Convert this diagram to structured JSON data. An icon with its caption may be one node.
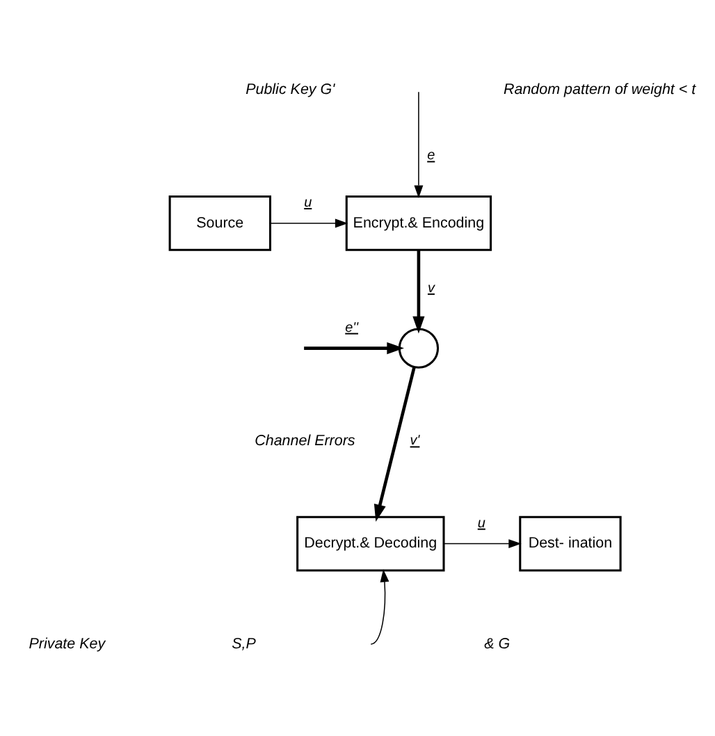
{
  "diagram": {
    "nodes": [
      {
        "text": [
          "Source"
        ]
      },
      {
        "text": [
          "Encrypt.& Encoding"
        ]
      },
      {
        "text": [],
        "shape": "circle"
      },
      {
        "text": [
          "Dest- ination"
        ]
      },
      {
        "text": [
          "Decrypt.& Decoding"
        ]
      }
    ],
    "edges": [
      {
        "from": 0,
        "to": 1,
        "arrow": "to",
        "label": "u"
      },
      {
        "from": null,
        "to": 1,
        "arrow": "to",
        "label": "e"
      },
      {
        "from": 1,
        "to": 2,
        "arrow": "to",
        "label": "v",
        "style": "thick"
      },
      {
        "from": null,
        "to": 2,
        "arrow": "to",
        "label": "e''",
        "style": "thick"
      },
      {
        "from": 2,
        "to": 4,
        "arrow": "to",
        "label": "v'",
        "style": "thick"
      },
      {
        "from": 4,
        "to": 3,
        "arrow": "to",
        "label": "u"
      },
      {
        "from": null,
        "to": 4,
        "arrow": "to"
      }
    ],
    "labels": [
      "Public Key G'",
      "Random pattern of weight < t",
      "Channel Errors",
      "Private Key",
      "S,P",
      "& G"
    ]
  }
}
